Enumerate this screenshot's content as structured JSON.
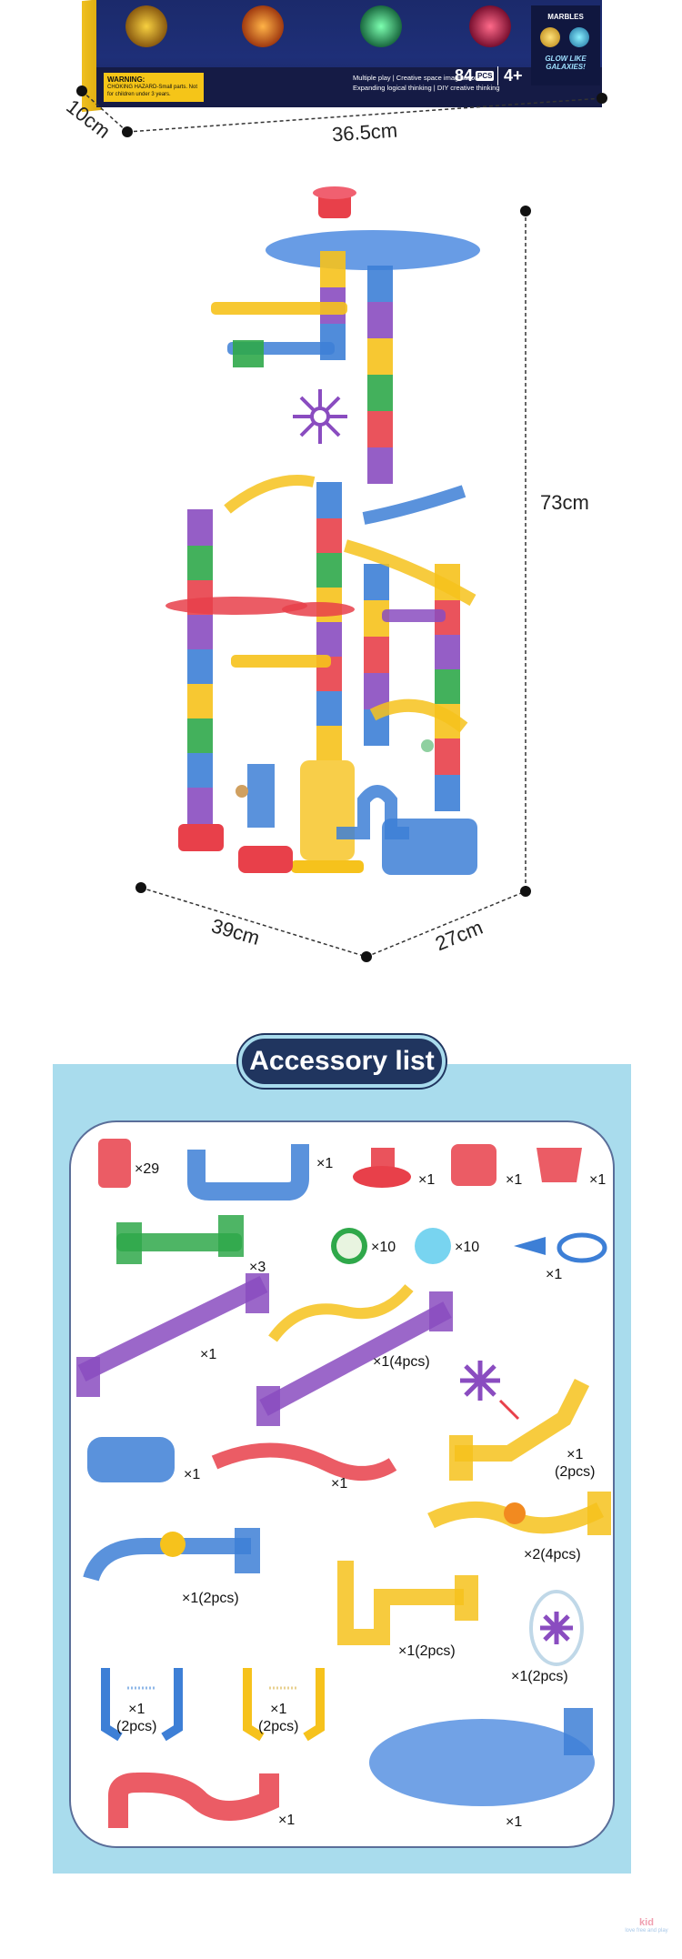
{
  "box": {
    "warning_title": "WARNING:",
    "warning_body": "CHOKING HAZARD-Small parts. Not for children under 3 years.",
    "feature_line1": "Multiple play | Creative space imagination",
    "feature_line2": "Expanding logical thinking | DIY creative thinking",
    "pcs_number": "84",
    "pcs_unit": "PCS",
    "age": "4+",
    "marbles_title": "MARBLES",
    "marbles_tagline": "GLOW LIKE GALAXIES!",
    "depth": "10cm",
    "width": "36.5cm"
  },
  "tower": {
    "height": "73cm",
    "width": "39cm",
    "depth": "27cm"
  },
  "accessory": {
    "title": "Accessory list",
    "items": [
      {
        "name": "straight-tube",
        "qty": "×29"
      },
      {
        "name": "u-tube",
        "qty": "×1"
      },
      {
        "name": "red-base-funnel",
        "qty": "×1"
      },
      {
        "name": "red-base-cap",
        "qty": "×1"
      },
      {
        "name": "red-cup",
        "qty": "×1"
      },
      {
        "name": "green-connector",
        "qty": "×3"
      },
      {
        "name": "glass-marble",
        "qty": "×10"
      },
      {
        "name": "glow-marble",
        "qty": "×10"
      },
      {
        "name": "blue-flashlight",
        "qty": "×1"
      },
      {
        "name": "purple-long-track",
        "qty": "×1"
      },
      {
        "name": "yellow-spiral",
        "qty": "×1(4pcs)"
      },
      {
        "name": "blue-basin",
        "qty": "×1"
      },
      {
        "name": "red-s-track",
        "qty": "×1"
      },
      {
        "name": "purple-windmill-slide",
        "qty": "×1\n(2pcs)"
      },
      {
        "name": "yellow-curve-track",
        "qty": "×2(4pcs)"
      },
      {
        "name": "blue-wheel-track",
        "qty": "×1(2pcs)"
      },
      {
        "name": "yellow-lift-track",
        "qty": "×1(2pcs)"
      },
      {
        "name": "clear-windmill",
        "qty": "×1(2pcs)"
      },
      {
        "name": "blue-spring-pair",
        "qty": "×1\n(2pcs)"
      },
      {
        "name": "yellow-spring-pair",
        "qty": "×1\n(2pcs)"
      },
      {
        "name": "red-wave-track",
        "qty": "×1"
      },
      {
        "name": "blue-big-funnel",
        "qty": "×1"
      }
    ]
  },
  "watermark": {
    "logo": "kid",
    "tagline": "love free and play"
  },
  "colors": {
    "panel": "#a9dced",
    "pill": "#20355f",
    "red": "#e8404a",
    "blue": "#3d7fd6",
    "yellow": "#f6c21c",
    "purple": "#8a4cc0",
    "green": "#2fa84a"
  }
}
